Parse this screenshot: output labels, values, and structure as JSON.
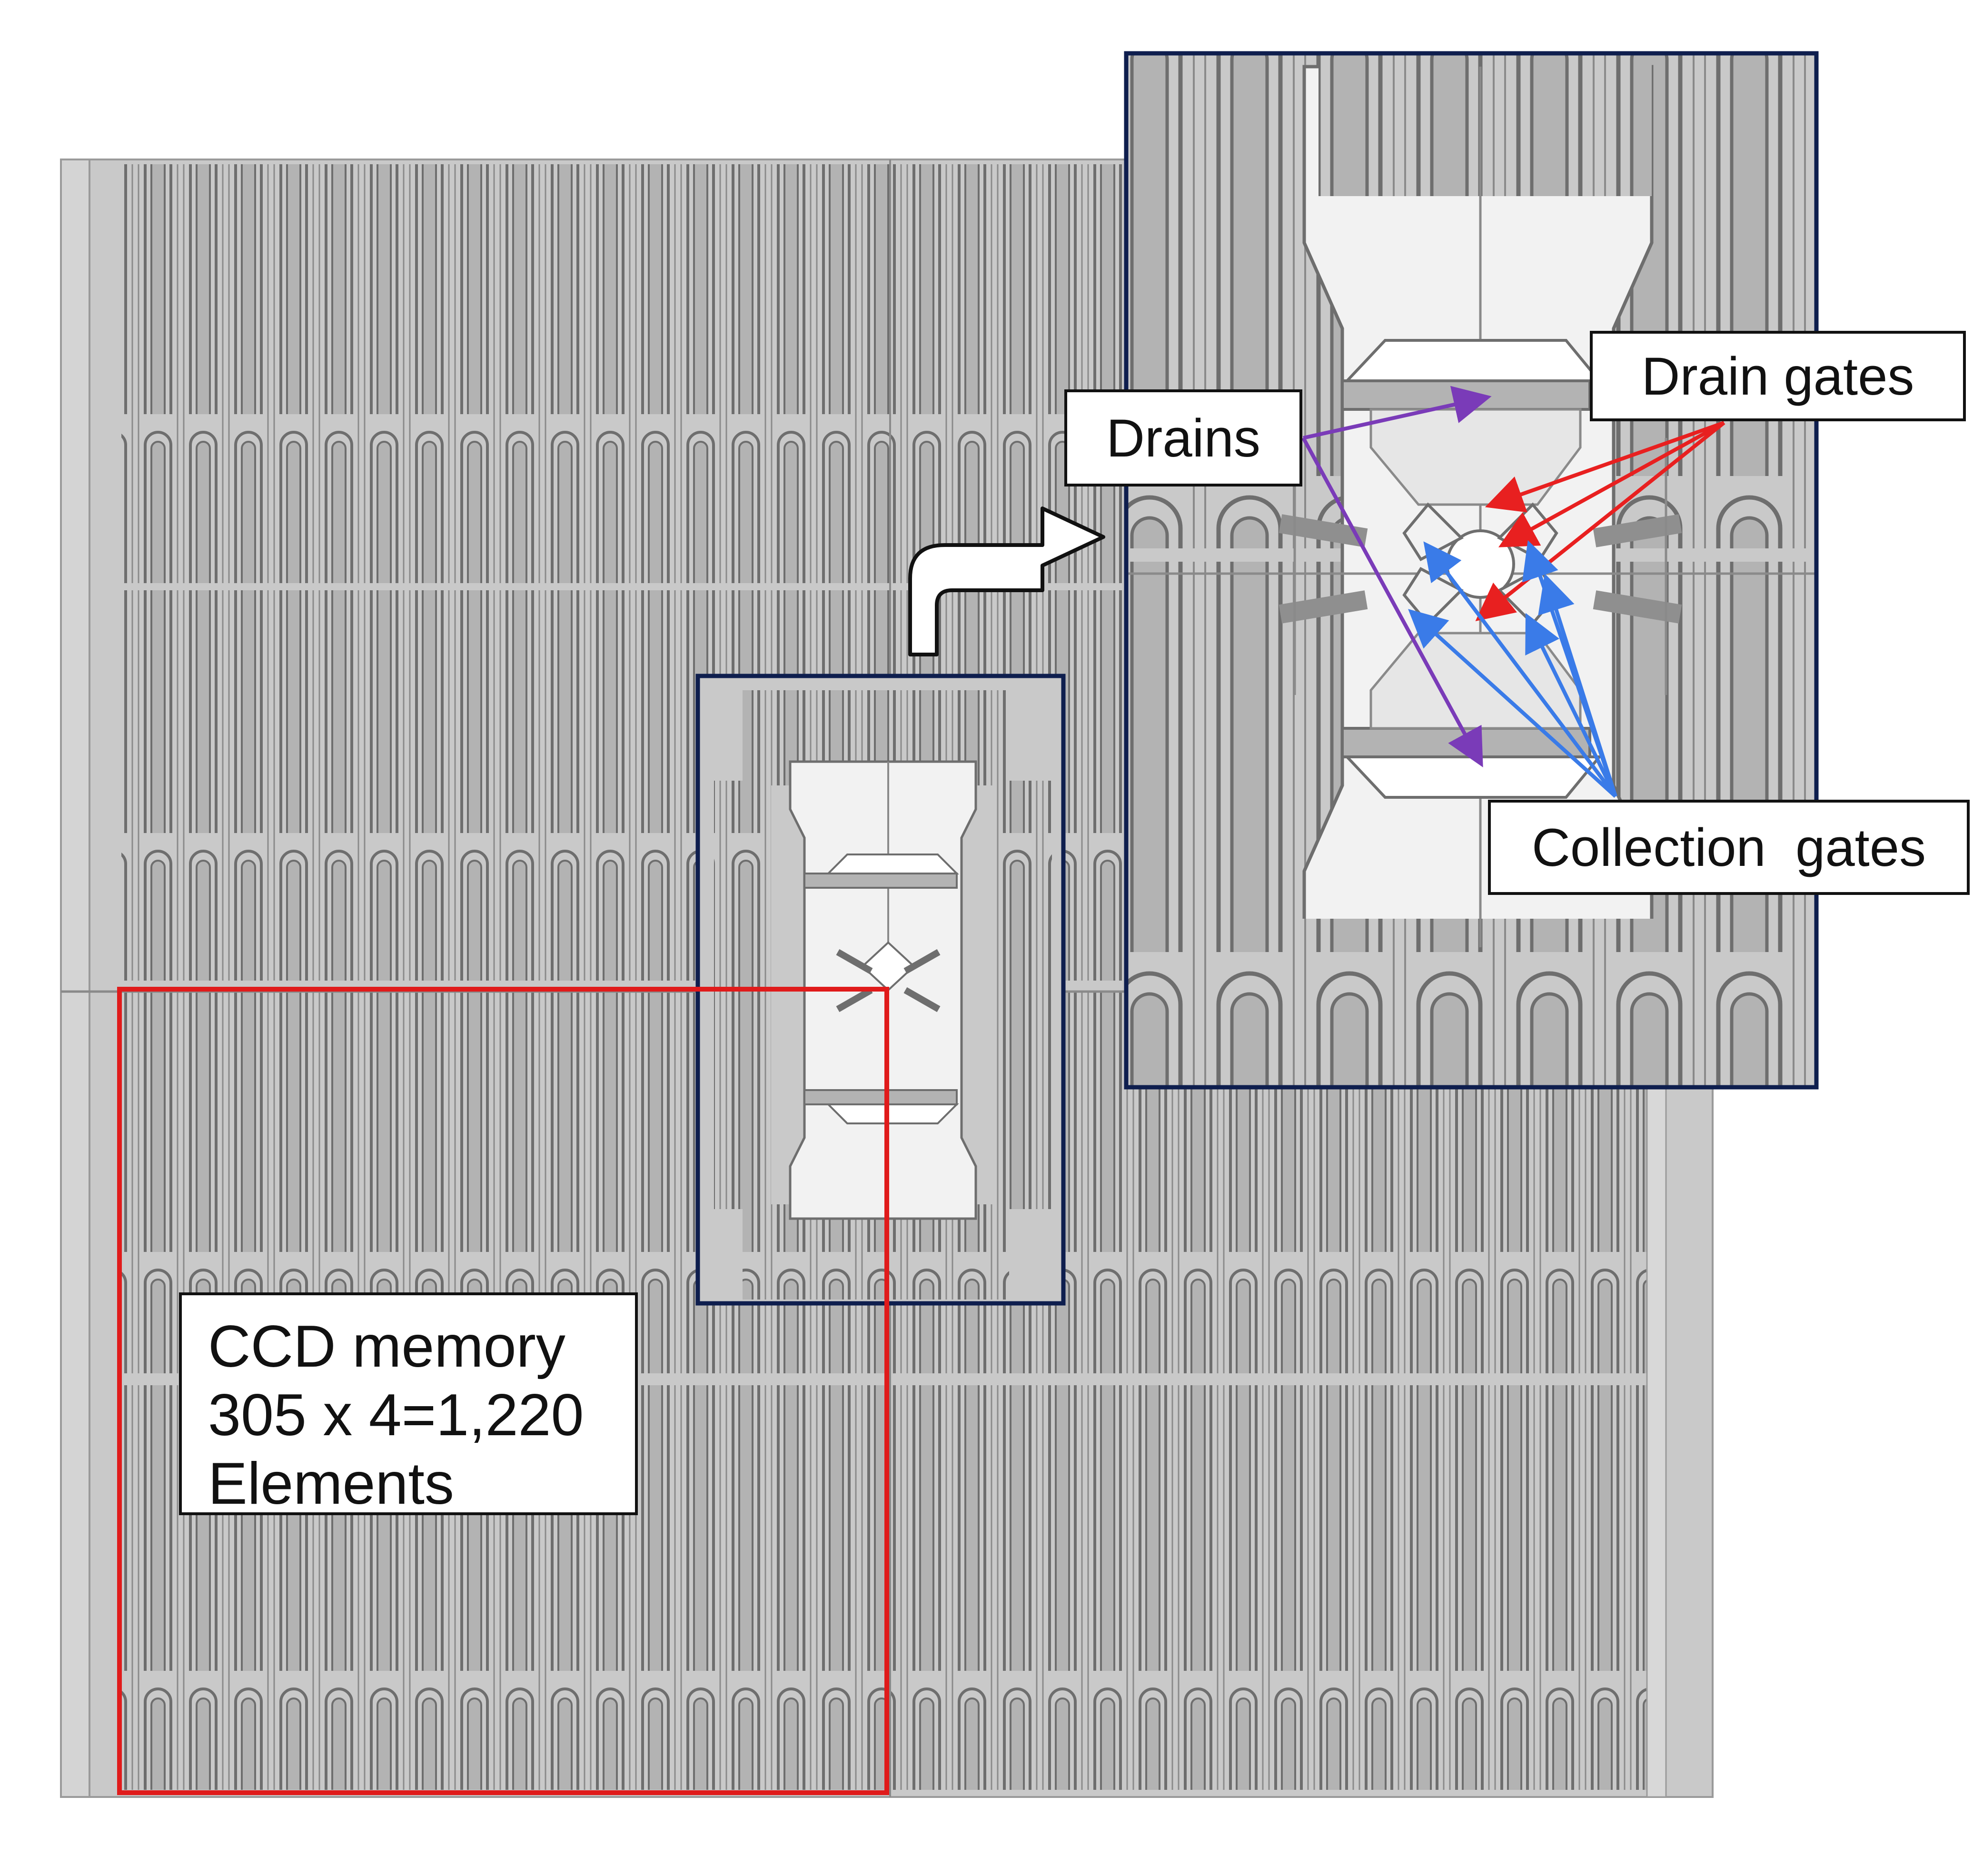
{
  "colors": {
    "background": "#ffffff",
    "chip_fill": "#c9c9c9",
    "channel_fill": "#b3b3b3",
    "trace_line": "#6e6e6e",
    "ccd_memory_box": "#e01b1b",
    "zoom_box": "#0e1e4e",
    "drains_arrow": "#7a3bb8",
    "drain_gates_arrow": "#e82020",
    "collection_gates_arrow": "#3a7be8"
  },
  "labels": {
    "ccd_memory": {
      "line1": "CCD memory",
      "line2": "305 x 4=1,220",
      "line3": "Elements"
    },
    "drains": "Drains",
    "drain_gates": "Drain gates",
    "collection_gates": "Collection  gates"
  },
  "icons": {
    "zoom_arrow": "curved-arrow-right-icon"
  }
}
